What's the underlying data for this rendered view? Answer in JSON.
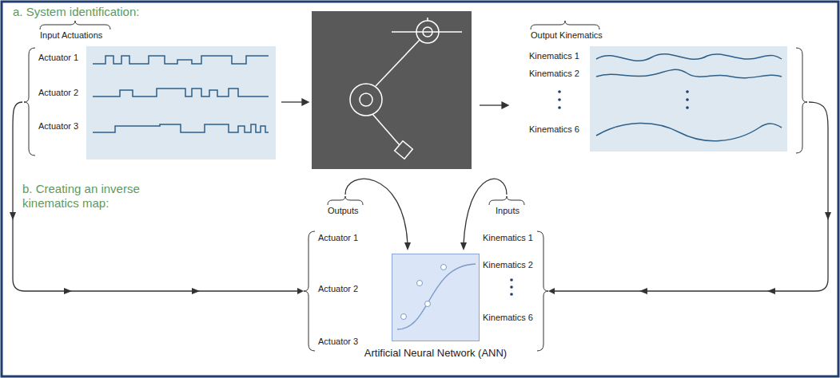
{
  "diagram": {
    "nodes": [
      {
        "text": [
          "Artificial Neural Network (ANN)"
        ]
      }
    ],
    "labels": [
      "a. System identification:",
      "Input Actuations",
      "Actuator 1",
      "Actuator 2",
      "Actuator 3",
      "Output Kinematics",
      "Kinematics 1",
      "Kinematics 2",
      "Kinematics 6",
      "b. Creating an inverse kinematics map:",
      "Outputs",
      "Actuator 1",
      "Actuator 2",
      "Actuator 3",
      "Inputs",
      "Kinematics 1",
      "Kinematics 2",
      "Kinematics 6"
    ]
  }
}
